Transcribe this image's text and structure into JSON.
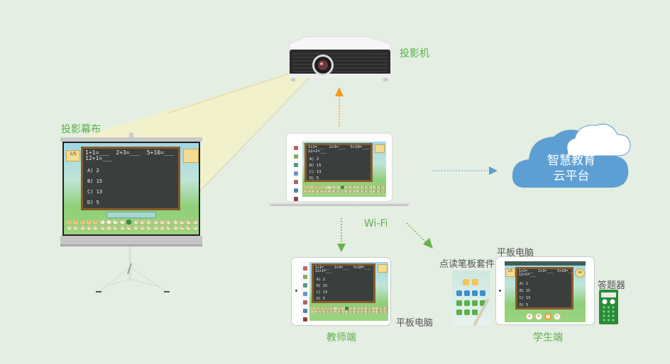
{
  "labels": {
    "projector": "投影机",
    "screen": "投影幕布",
    "cloud_line1": "智慧教育",
    "cloud_line2": "云平台",
    "wifi": "Wi-Fi",
    "teacher_tablet": "平板电脑",
    "teacher_end": "教师端",
    "student_tablet": "平板电脑",
    "pen_kit": "点读笔板套件",
    "answer_device": "答题器",
    "student_end": "学生端"
  },
  "quiz": {
    "progress": "1/5",
    "question_line1": "1+1=___  2+3=___  5+10=___",
    "question_line2": "12+1=___",
    "options": [
      "A) 2",
      "B) 15",
      "C) 13",
      "D) 5"
    ],
    "student_choices": [
      "A",
      "B",
      "C",
      "D"
    ],
    "student_selected": "C",
    "timer": "34",
    "student_numbers": [
      "1",
      "2",
      "3",
      "4",
      "5",
      "6",
      "7",
      "8",
      "9",
      "10",
      "11",
      "12",
      "13",
      "14",
      "15",
      "16",
      "17",
      "18",
      "19",
      "20",
      "21",
      "22",
      "23",
      "24",
      "25",
      "26",
      "27",
      "28",
      "29",
      "30",
      "31",
      "32",
      "33",
      "34",
      "35",
      "36",
      "37",
      "38",
      "39",
      "40"
    ]
  },
  "colors": {
    "background": "#e4eee2",
    "label_green": "#5cb04a",
    "arrow_orange": "#f39a1e",
    "arrow_green": "#6ab04c",
    "arrow_blue": "#5b9fd6",
    "cloud_blue": "#5e9fd3"
  }
}
